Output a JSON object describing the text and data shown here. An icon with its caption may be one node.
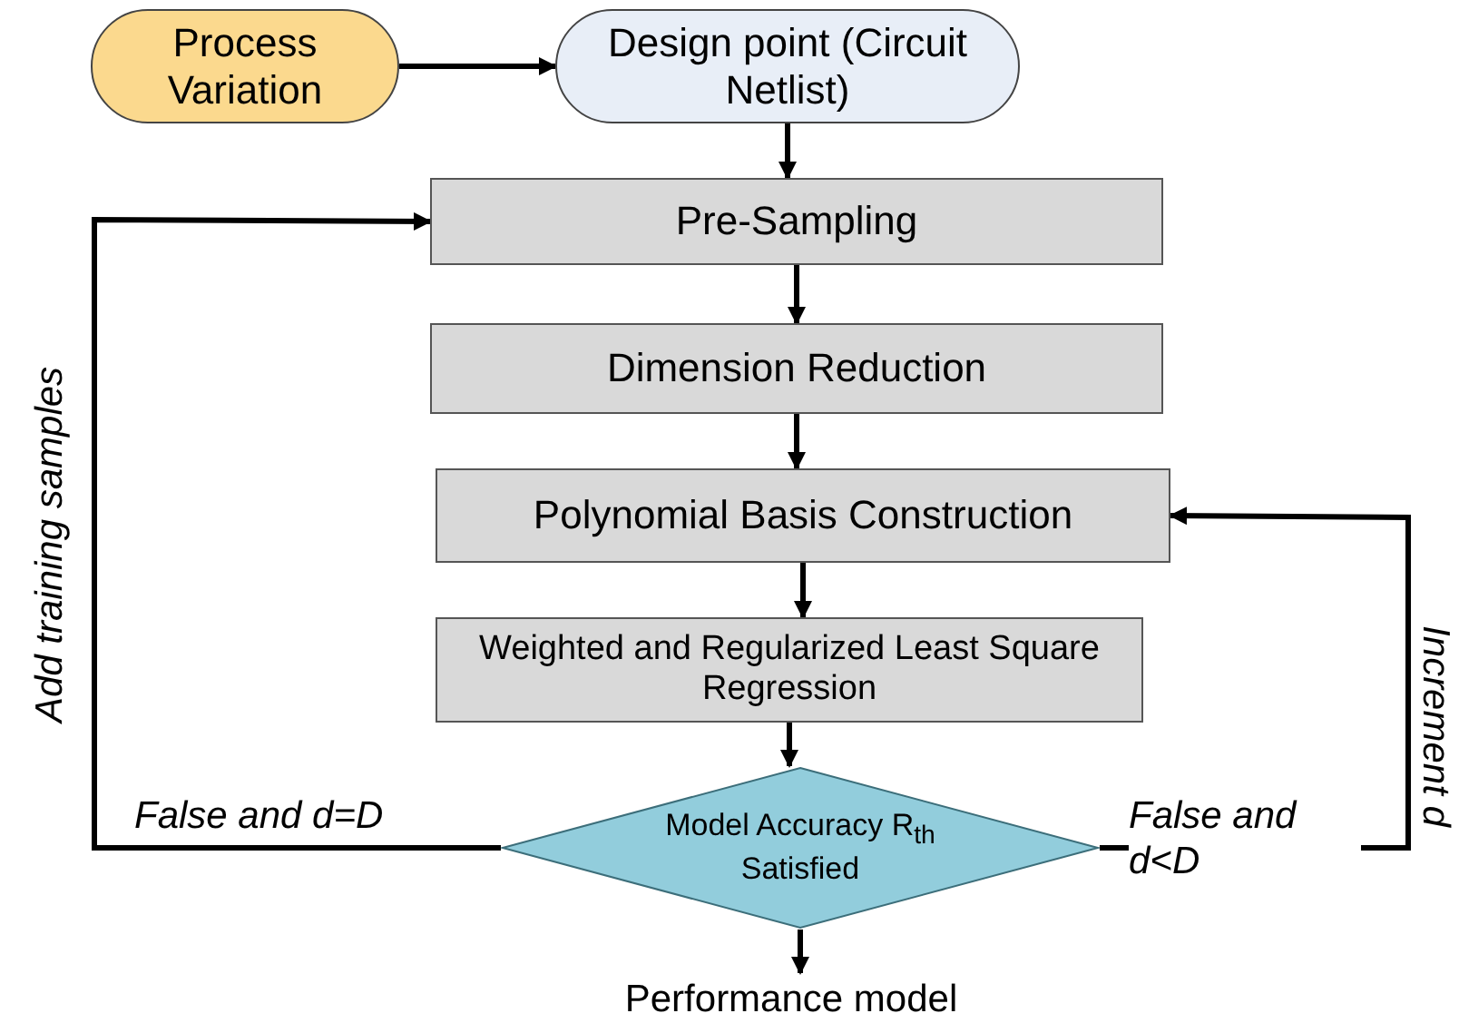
{
  "diagram": {
    "nodes": [
      {
        "text": [
          "Process Variation"
        ]
      },
      {
        "text": [
          "Design point (Circuit Netlist)"
        ]
      },
      {
        "text": [
          "Pre-Sampling"
        ]
      },
      {
        "text": [
          "Dimension Reduction"
        ]
      },
      {
        "text": [
          "Polynomial Basis Construction"
        ]
      },
      {
        "text": [
          "Weighted and Regularized Least Square Regression"
        ]
      },
      {
        "text": [
          "Model Accuracy R$_{th}$ Satisfied"
        ]
      },
      {
        "text": [
          "Performance model"
        ]
      }
    ],
    "edges": [
      {
        "from": 0,
        "to": 1,
        "arrow": "to"
      },
      {
        "from": 1,
        "to": 2,
        "arrow": "to"
      },
      {
        "from": 2,
        "to": 3,
        "arrow": "to"
      },
      {
        "from": 3,
        "to": 4,
        "arrow": "to"
      },
      {
        "from": 4,
        "to": 5,
        "arrow": "to"
      },
      {
        "from": 5,
        "to": 6,
        "arrow": "to"
      },
      {
        "from": 6,
        "to": 7,
        "arrow": "to"
      },
      {
        "from": 6,
        "to": 2,
        "arrow": "to",
        "label": "False and d=D"
      },
      {
        "from": 6,
        "to": 4,
        "arrow": "to",
        "label": "False and d<D"
      }
    ],
    "labels": [
      "Add training samples",
      "Increment d"
    ]
  }
}
